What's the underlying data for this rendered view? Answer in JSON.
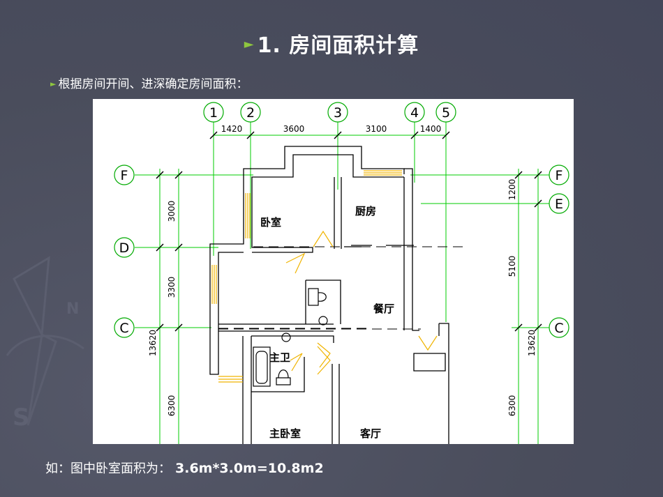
{
  "slide": {
    "title": "1. 房间面积计算",
    "subtitle": "根据房间开间、进深确定房间面积：",
    "formula_label": "如：图中卧室面积为：",
    "formula_value": "3.6m*3.0m=10.8m2"
  },
  "plan": {
    "axes_top": [
      "1",
      "2",
      "3",
      "4",
      "5"
    ],
    "axes_left": [
      "F",
      "D",
      "C"
    ],
    "axes_right": [
      "F",
      "E",
      "C"
    ],
    "dims_top": [
      "1420",
      "3600",
      "3100",
      "1400"
    ],
    "dims_left": [
      "3000",
      "3300",
      "6300"
    ],
    "dims_left_total": "13620",
    "dims_right": [
      "1200",
      "5100",
      "6300"
    ],
    "dims_right_total": "13620",
    "rooms": {
      "bedroom": "卧室",
      "kitchen": "厨房",
      "dining": "餐厅",
      "master_bath": "主卫",
      "master_bedroom": "主卧室",
      "living": "客厅"
    }
  },
  "colors": {
    "background": "#4a4d5c",
    "bullet": "#8ec63f",
    "grid_line": "#00cc00",
    "door_swing": "#f0b400"
  }
}
